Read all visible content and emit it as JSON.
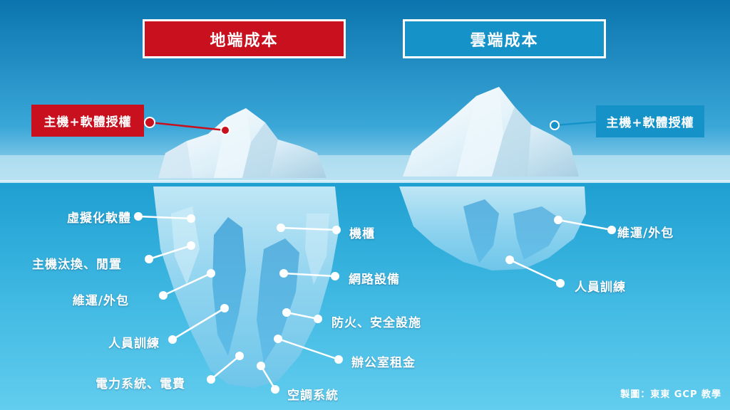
{
  "colors": {
    "onprem_red": "#c8101e",
    "cloud_blue": "#1593c9",
    "sky_top": "#0f7fb8",
    "sea_top": "#2aa9d6",
    "sea_bottom": "#56c7ea"
  },
  "headers": {
    "onprem": "地端成本",
    "cloud": "雲端成本"
  },
  "onprem": {
    "tip_label": "主機+軟體授權",
    "left_items": [
      "虛擬化軟體",
      "主機汰換、閒置",
      "維運/外包",
      "人員訓練",
      "電力系統、電費"
    ],
    "right_items": [
      "機櫃",
      "網路設備",
      "防火、安全設施",
      "辦公室租金",
      "空調系統"
    ]
  },
  "cloud": {
    "tip_label": "主機+軟體授權",
    "items": [
      "維運/外包",
      "人員訓練"
    ]
  },
  "credit": "製圖：東東 GCP 教學"
}
